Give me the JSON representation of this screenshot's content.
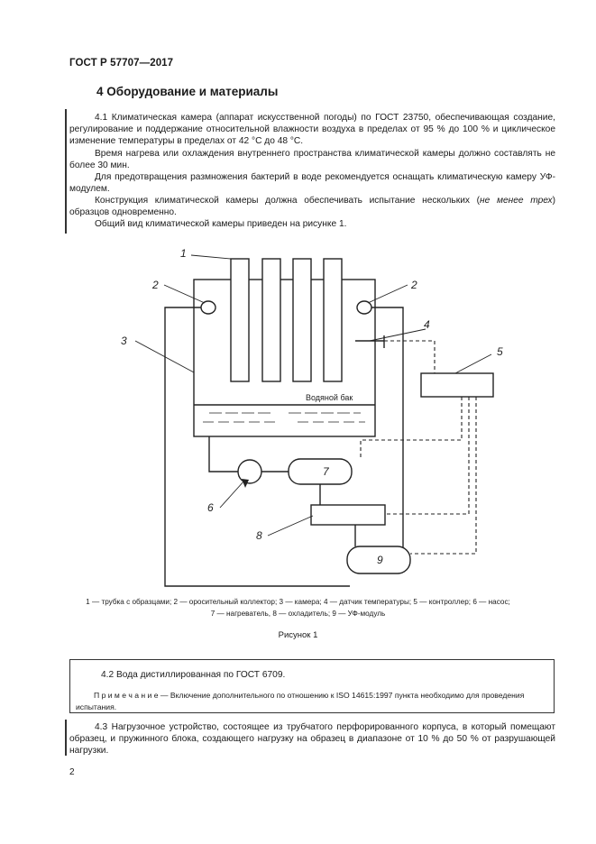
{
  "header": {
    "standard": "ГОСТ Р 57707—2017"
  },
  "section": {
    "title": "4  Оборудование и материалы"
  },
  "paragraphs": {
    "p4_1": "4.1  Климатическая камера (аппарат искусственной погоды) по ГОСТ 23750, обеспечивающая создание, регулирование и поддержание относительной влажности воздуха в пределах от 95 % до 100 % и циклическое изменение температуры в пределах от 42 °С до 48 °С.",
    "p_time": "Время нагрева или охлаждения внутреннего пространства климатической камеры должно составлять не более 30 мин.",
    "p_uv": "Для предотвращения размножения бактерий в воде рекомендуется оснащать климатическую камеру УФ-модулем.",
    "p_design_a": "Конструкция климатической камеры должна обеспечивать испытание нескольких (",
    "p_design_em": "не менее трех",
    "p_design_b": ") образцов одновременно.",
    "p_general": "Общий вид климатической камеры приведен на рисунке 1."
  },
  "figure": {
    "labels": [
      "1",
      "2",
      "2",
      "3",
      "4",
      "5",
      "6",
      "7",
      "8",
      "9"
    ],
    "water_tank": "Водяной бак",
    "legend_line1": "1 — трубка с образцами; 2 — оросительный коллектор; 3 — камера; 4 — датчик температуры; 5 — контроллер; 6 — насос;",
    "legend_line2": "7 — нагреватель, 8 — охладитель; 9 — УФ-модуль",
    "title": "Рисунок 1"
  },
  "item_4_2": {
    "text": "4.2  Вода дистиллированная по ГОСТ 6709.",
    "note_label": "П р и м е ч а н и е —",
    "note_text": " Включение дополнительного по отношению к ISO 14615:1997 пункта необходимо для проведения испытания."
  },
  "item_4_3": {
    "text": "4.3  Нагрузочное устройство, состоящее из трубчатого перфорированного корпуса, в который помещают образец, и пружинного блока, создающего нагрузку на образец в диапазоне от 10 % до 50 % от разрушающей нагрузки."
  },
  "page": {
    "number": "2"
  }
}
